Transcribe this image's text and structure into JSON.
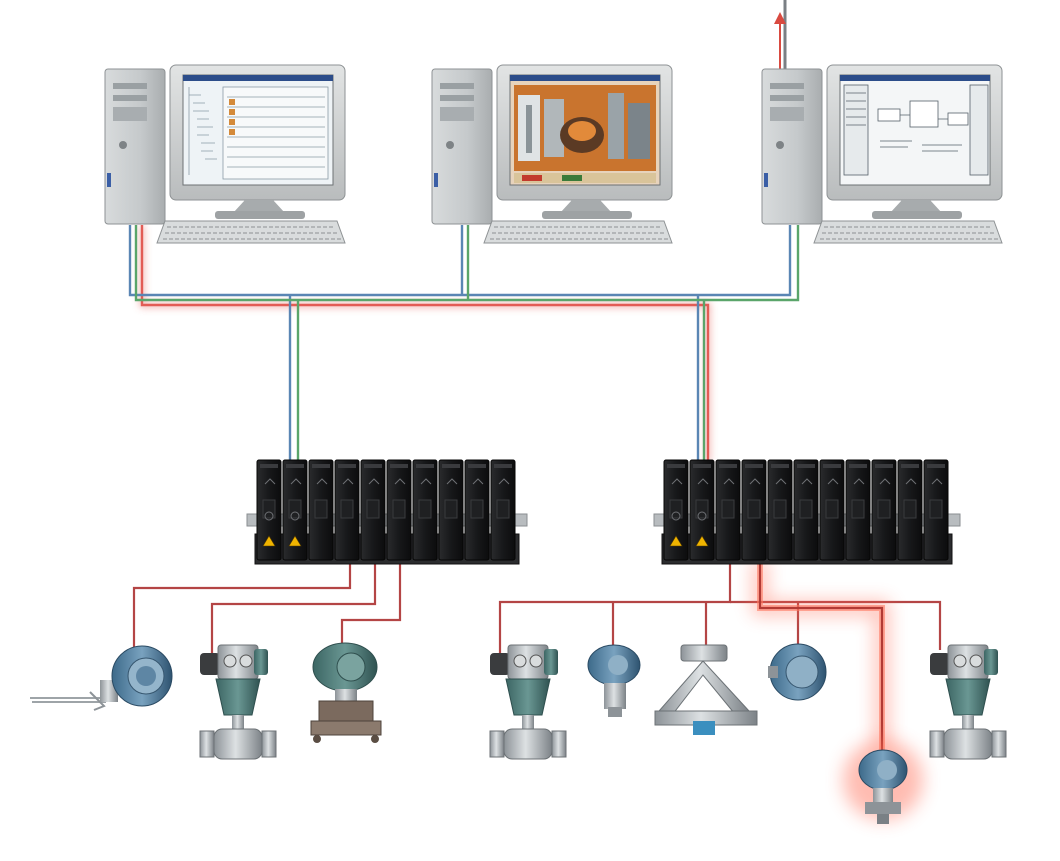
{
  "diagram": {
    "kind": "control-system-network-architecture",
    "colors": {
      "background": "#ffffff",
      "network_blue": "#5a86b4",
      "network_green": "#5aa56a",
      "network_red": "#e0605a",
      "field_wire": "#b04040",
      "highlight_glow": "#ff6a52",
      "device_green": "#4f7f7c",
      "device_blue": "#4f7fa0",
      "steel": "#b9bfc4",
      "screen_orange": "#c9742e",
      "screen_light": "#eef3f6"
    },
    "workstations": [
      {
        "id": "engineering-workstation",
        "screen": "configuration-explorer"
      },
      {
        "id": "operator-workstation",
        "screen": "process-graphics"
      },
      {
        "id": "application-workstation",
        "screen": "control-studio",
        "uplink_arrow": true
      }
    ],
    "controller_racks": [
      {
        "id": "controller-rack-left",
        "modules": 10
      },
      {
        "id": "controller-rack-right",
        "modules": 11
      }
    ],
    "field_devices": [
      {
        "id": "temperature-transmitter",
        "icon": "temperature-transmitter-icon"
      },
      {
        "id": "control-valve-1",
        "icon": "control-valve-icon"
      },
      {
        "id": "pressure-transmitter",
        "icon": "pressure-transmitter-icon"
      },
      {
        "id": "control-valve-2",
        "icon": "control-valve-icon"
      },
      {
        "id": "pressure-transmitter-inline",
        "icon": "inline-pressure-transmitter-icon"
      },
      {
        "id": "coriolis-flowmeter",
        "icon": "coriolis-flowmeter-icon"
      },
      {
        "id": "field-transmitter",
        "icon": "transmitter-icon"
      },
      {
        "id": "highlighted-transmitter",
        "icon": "pressure-transmitter-icon",
        "highlighted": true
      },
      {
        "id": "control-valve-3",
        "icon": "control-valve-icon"
      }
    ]
  }
}
